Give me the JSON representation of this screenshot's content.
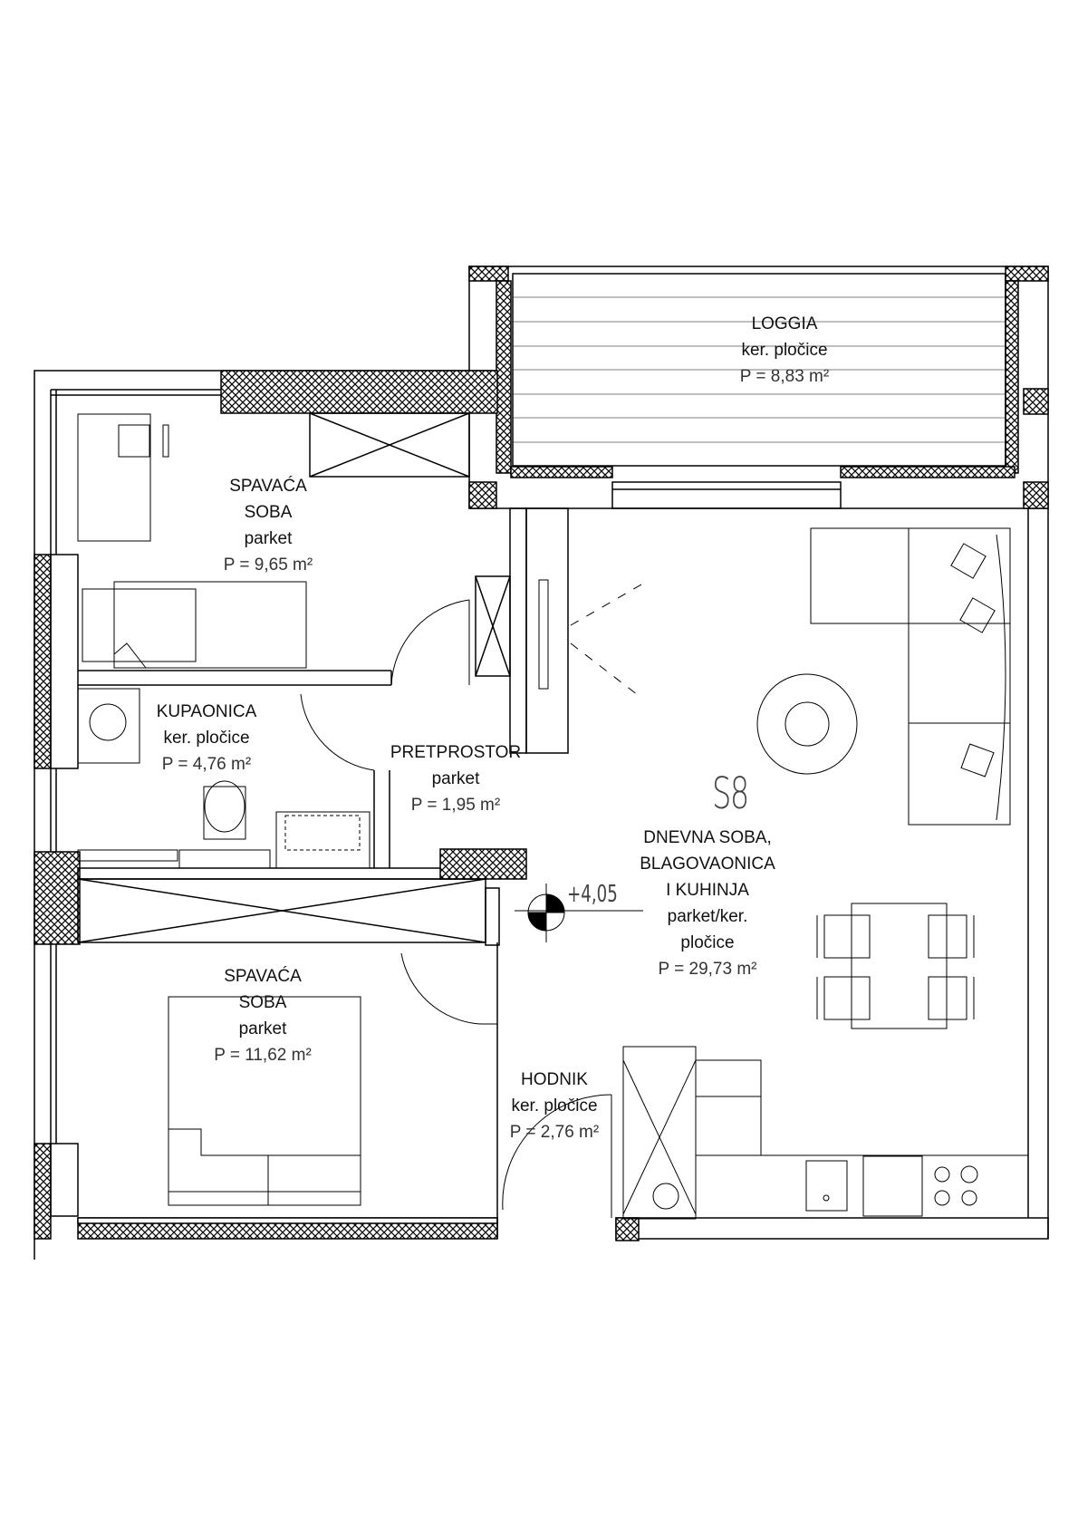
{
  "rooms": [
    {
      "id": "loggia",
      "name": "LOGGIA",
      "floor": "ker. pločice",
      "area": "P = 8,83 m²"
    },
    {
      "id": "bedroom1",
      "name": "SPAVAĆA\nSOBA",
      "name_lines": [
        "SPAVAĆA",
        "SOBA"
      ],
      "floor": "parket",
      "area": "P = 9,65 m²"
    },
    {
      "id": "bathroom",
      "name": "KUPAONICA",
      "floor": "ker. pločice",
      "area": "P = 4,76 m²"
    },
    {
      "id": "entry",
      "name": "PRETPROSTOR",
      "floor": "parket",
      "area": "P = 1,95 m²"
    },
    {
      "id": "living",
      "name_lines": [
        "DNEVNA SOBA,",
        "BLAGOVAONICA",
        "I KUHINJA"
      ],
      "floor_lines": [
        "parket/ker.",
        "pločice"
      ],
      "area": "P = 29,73 m²"
    },
    {
      "id": "bedroom2",
      "name_lines": [
        "SPAVAĆA",
        "SOBA"
      ],
      "floor": "parket",
      "area": "P = 11,62 m²"
    },
    {
      "id": "hallway",
      "name": "HODNIK",
      "floor": "ker. pločice",
      "area": "P = 2,76 m²"
    }
  ],
  "unit_label": "S8",
  "elevation": "+4,05"
}
